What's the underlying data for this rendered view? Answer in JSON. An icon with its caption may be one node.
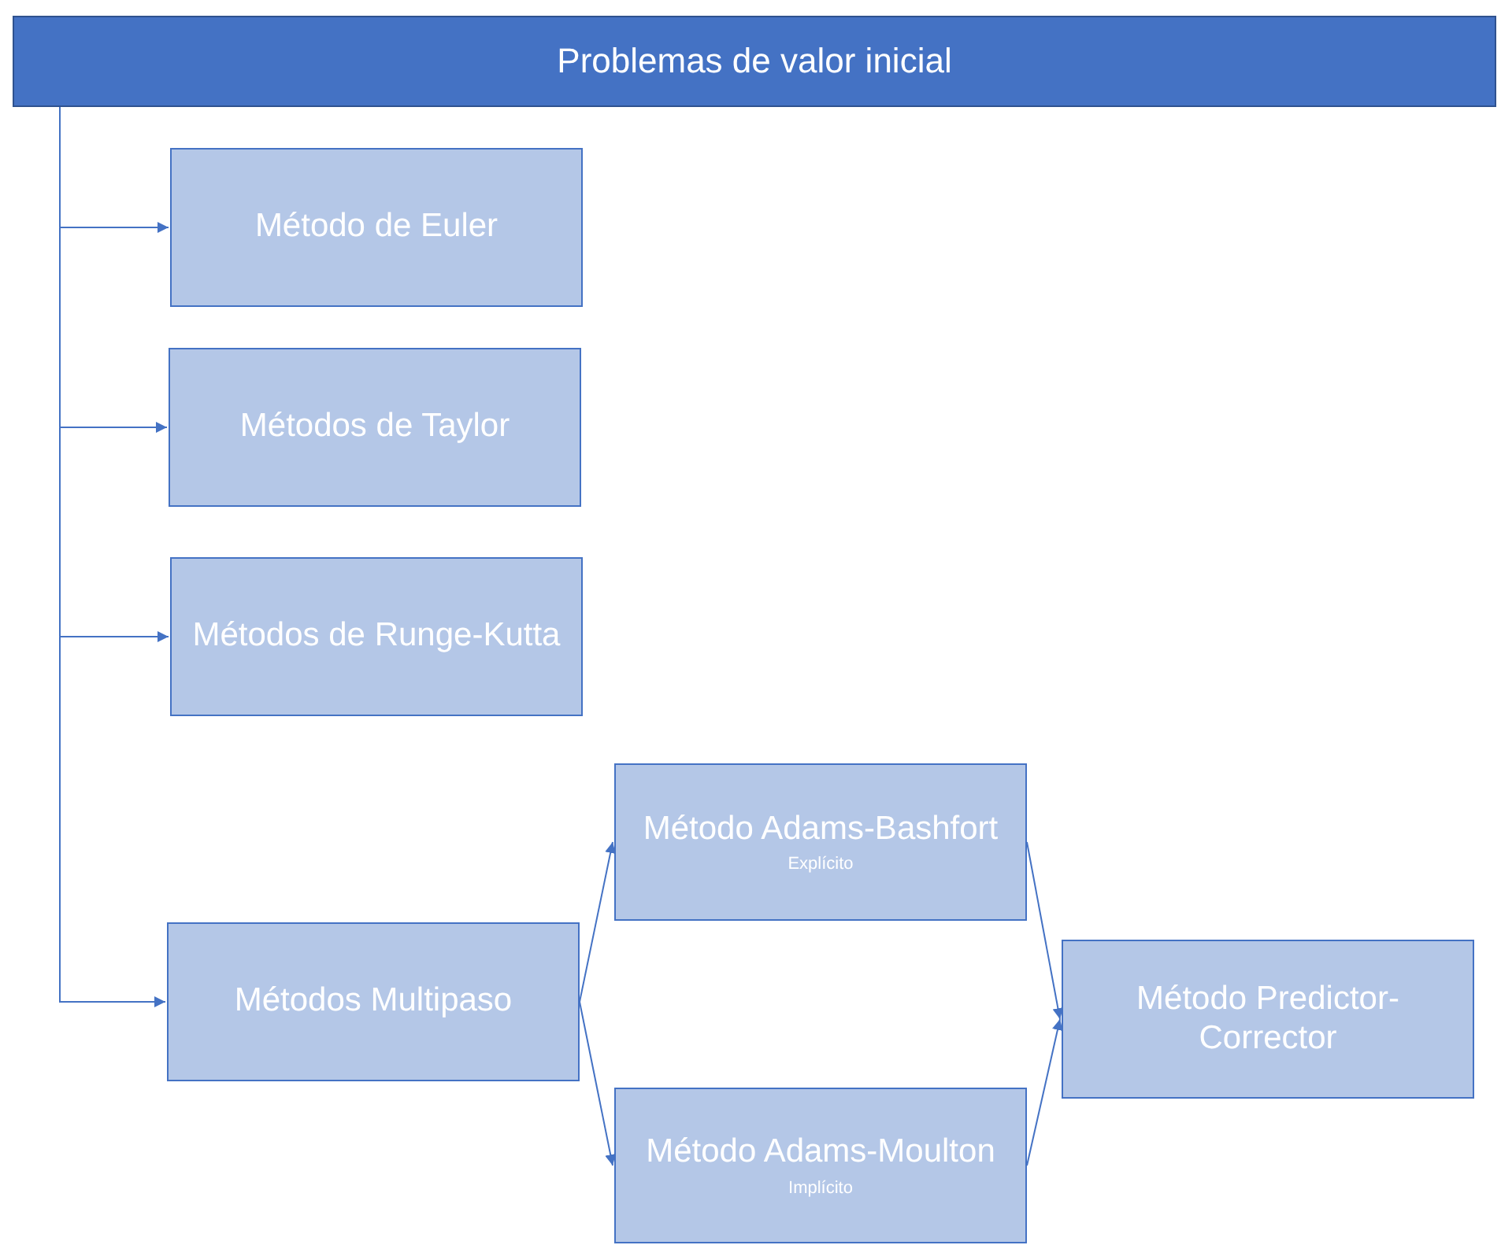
{
  "diagram": {
    "nodes": [
      {
        "text": [
          "Problemas de valor inicial"
        ]
      },
      {
        "text": [
          "Método de Euler"
        ]
      },
      {
        "text": [
          "Métodos de Taylor"
        ]
      },
      {
        "text": [
          "Métodos de Runge-Kutta"
        ]
      },
      {
        "text": [
          "Métodos Multipaso"
        ]
      },
      {
        "text": [
          "Método Adams-Bashfort",
          "Explícito"
        ]
      },
      {
        "text": [
          "Método Adams-Moulton",
          "Implícito"
        ]
      },
      {
        "text": [
          "Método Predictor-Corrector"
        ]
      }
    ],
    "edges": [
      {
        "from": 0,
        "to": 1,
        "arrow": "to"
      },
      {
        "from": 0,
        "to": 2,
        "arrow": "to"
      },
      {
        "from": 0,
        "to": 3,
        "arrow": "to"
      },
      {
        "from": 0,
        "to": 4,
        "arrow": "to"
      },
      {
        "from": 4,
        "to": 5,
        "arrow": "to"
      },
      {
        "from": 4,
        "to": 6,
        "arrow": "to"
      },
      {
        "from": 5,
        "to": 7,
        "arrow": "to"
      },
      {
        "from": 6,
        "to": 7,
        "arrow": "to"
      }
    ]
  }
}
